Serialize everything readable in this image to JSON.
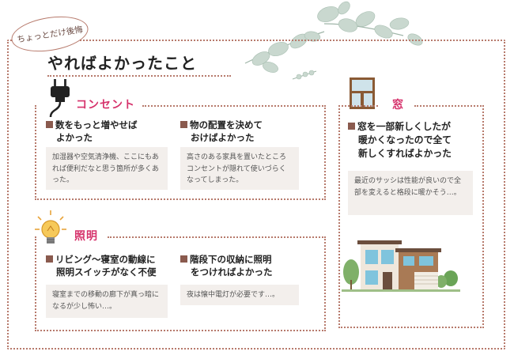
{
  "badge": "ちょっとだけ後悔",
  "title": "やればよかったこと",
  "sections": {
    "outlet": {
      "title": "コンセント",
      "items": [
        {
          "head1": "数をもっと増やせば",
          "head2": "よかった",
          "note": "加湿器や空気清浄機、ここにもあれば便利だなと思う箇所が多くあった。"
        },
        {
          "head1": "物の配置を決めて",
          "head2": "おけばよかった",
          "note": "高さのある家具を置いたところコンセントが隠れて使いづらくなってしまった。"
        }
      ]
    },
    "lighting": {
      "title": "照明",
      "items": [
        {
          "head1": "リビング～寝室の動線に",
          "head2": "照明スイッチがなく不便",
          "note": "寝室までの移動の廊下が真っ暗になるが少し怖い…。"
        },
        {
          "head1": "階段下の収納に照明",
          "head2": "をつければよかった",
          "note": "夜は懐中電灯が必要です…。"
        }
      ]
    },
    "window": {
      "title": "窓",
      "items": [
        {
          "head1": "窓を一部新しくしたが",
          "head2": "暖かくなったので全て",
          "head3": "新しくすればよかった",
          "note": "最近のサッシは性能が良いので全部を変えると格段に暖かそう…。"
        }
      ]
    }
  },
  "icons": {
    "plug": "plug-icon",
    "bulb": "light-bulb-icon",
    "window": "window-icon",
    "house": "house-illustration",
    "leaves": "eucalyptus-leaves"
  },
  "colors": {
    "accent": "#d6336c",
    "border": "#b77a6c",
    "marker": "#8a5a4e",
    "note_bg": "#f3efec"
  }
}
